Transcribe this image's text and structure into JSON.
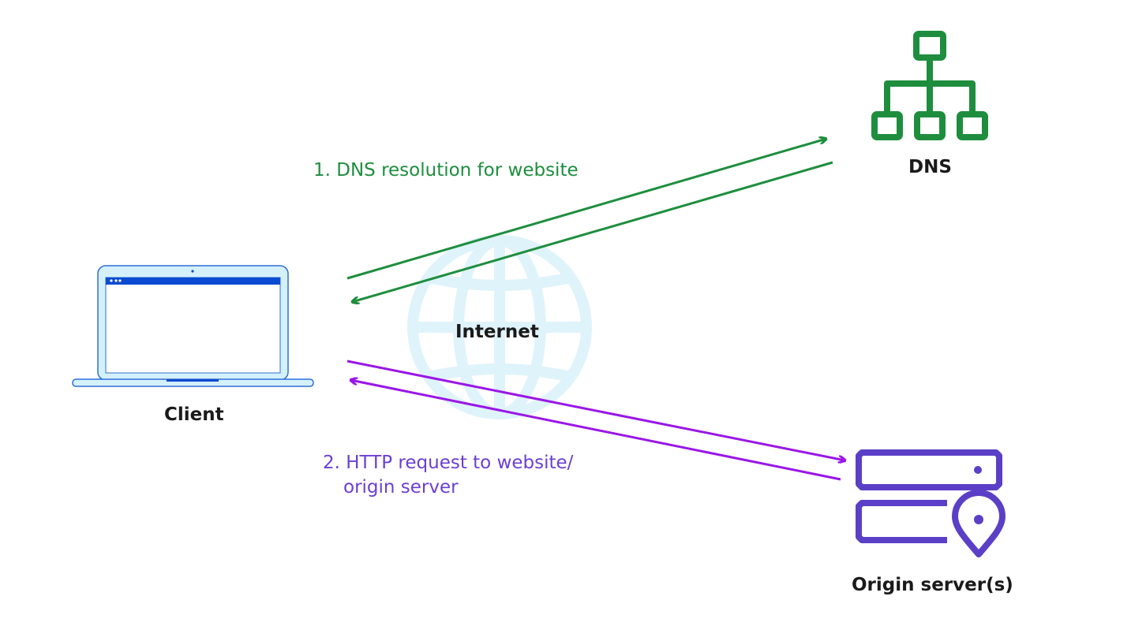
{
  "nodes": {
    "client": "Client",
    "internet": "Internet",
    "dns": "DNS",
    "origin": "Origin server(s)"
  },
  "steps": {
    "dns_step": "1. DNS resolution for website",
    "http_step_line1": "2. HTTP request to website/",
    "http_step_line2": "origin server"
  },
  "colors": {
    "dns": "#1e8e3e",
    "http_arrow": "#9a16e8",
    "http_text": "#6b3fd4",
    "origin_icon": "#5b3fc6",
    "globe": "#dff3fb",
    "laptop_fill": "#d4f1fb",
    "laptop_stroke": "#2f6fd6",
    "browser_bar": "#0b4bd1"
  },
  "icons": [
    "laptop-icon",
    "globe-icon",
    "dns-hierarchy-icon",
    "server-location-icon"
  ]
}
